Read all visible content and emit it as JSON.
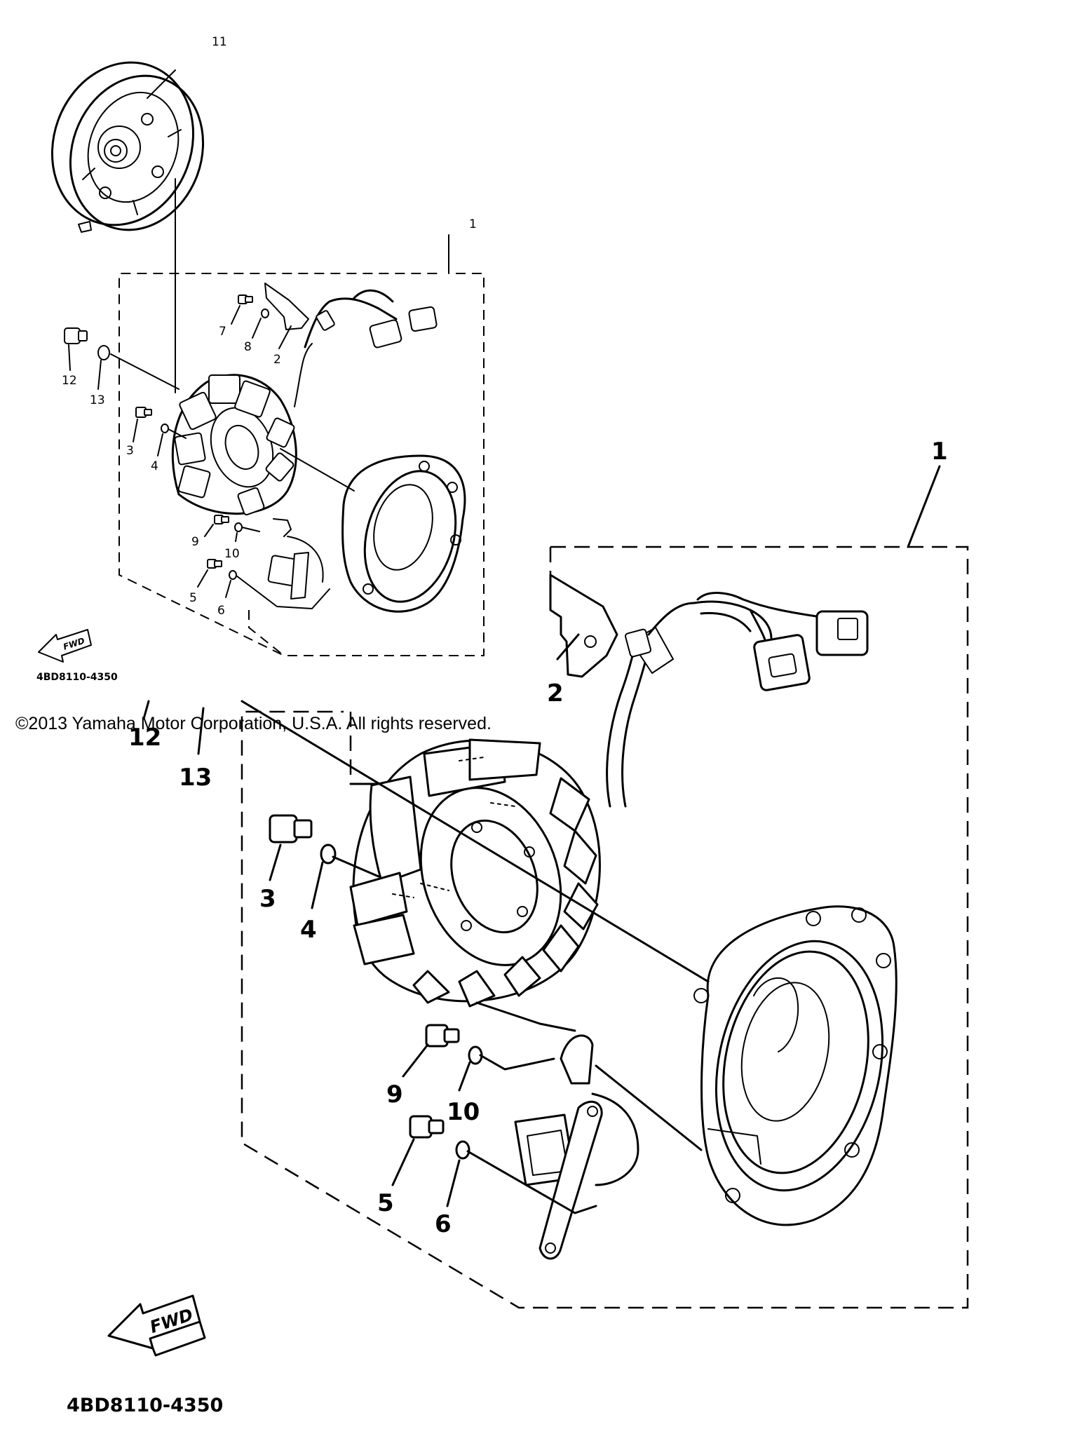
{
  "copyright": "©2013 Yamaha Motor Corporation, U.S.A. All rights reserved.",
  "diagram_code": "4BD8110-4350",
  "fwd_label": "FWD",
  "callouts": {
    "c1": "1",
    "c2": "2",
    "c3": "3",
    "c4": "4",
    "c5": "5",
    "c6": "6",
    "c7": "7",
    "c8": "8",
    "c9": "9",
    "c10": "10",
    "c11": "11",
    "c12": "12",
    "c13": "13"
  }
}
